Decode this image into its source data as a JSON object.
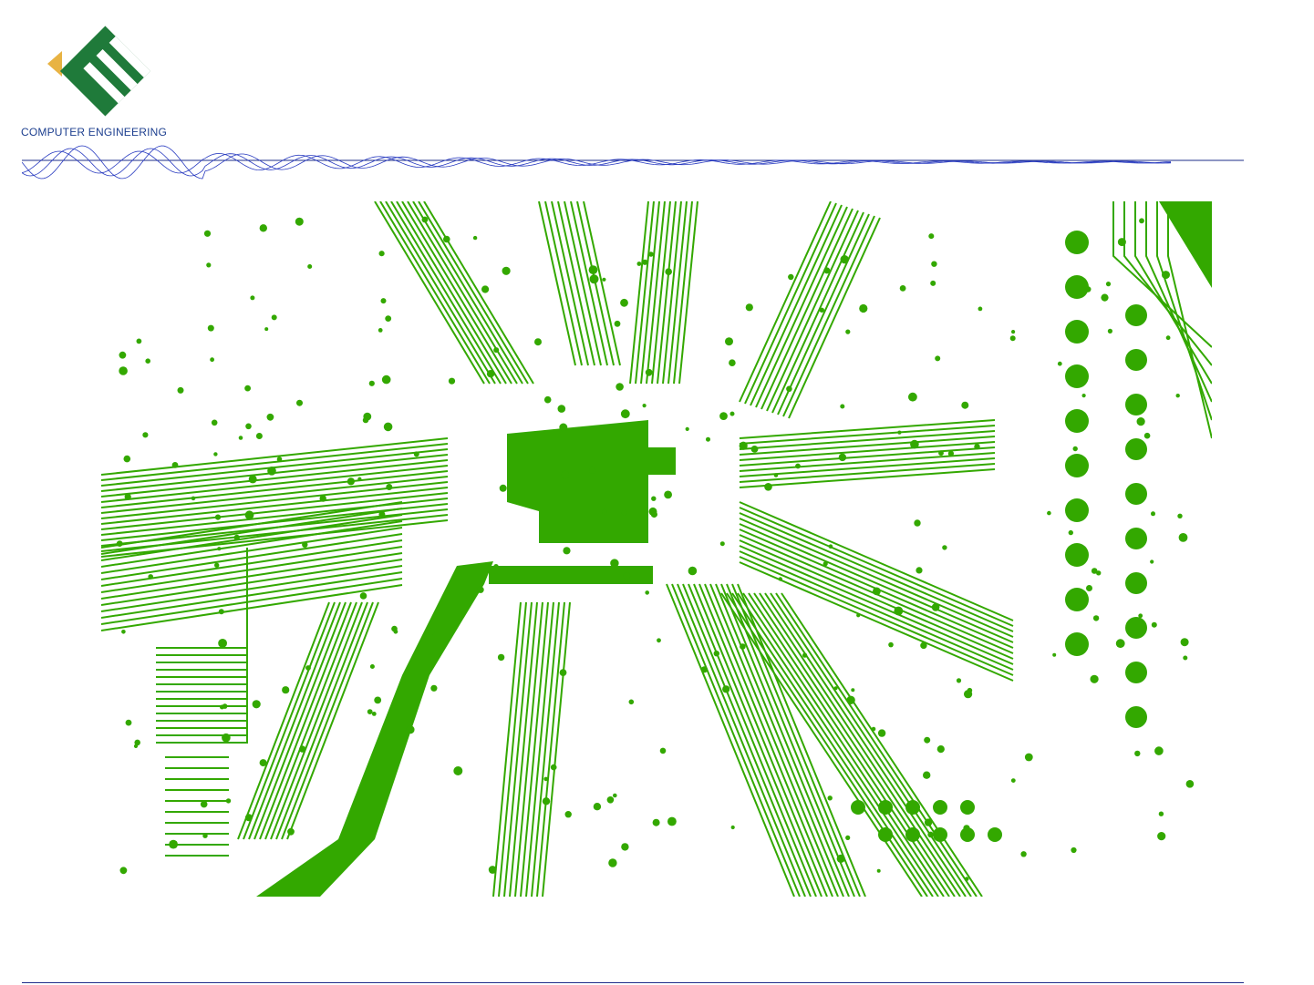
{
  "logo": {
    "caption": "COMPUTER ENGINEERING",
    "mark": "ce-logo-mark",
    "colors": {
      "green": "#1f7a3a",
      "gold": "#e8b343"
    }
  },
  "header": {
    "rule_color": "#1e2c8a",
    "wave_color": "#2a3cc0"
  },
  "pcb": {
    "trace_color": "#33a800",
    "background": "#ffffff",
    "image": "pcb-circuit-board-illustration"
  }
}
